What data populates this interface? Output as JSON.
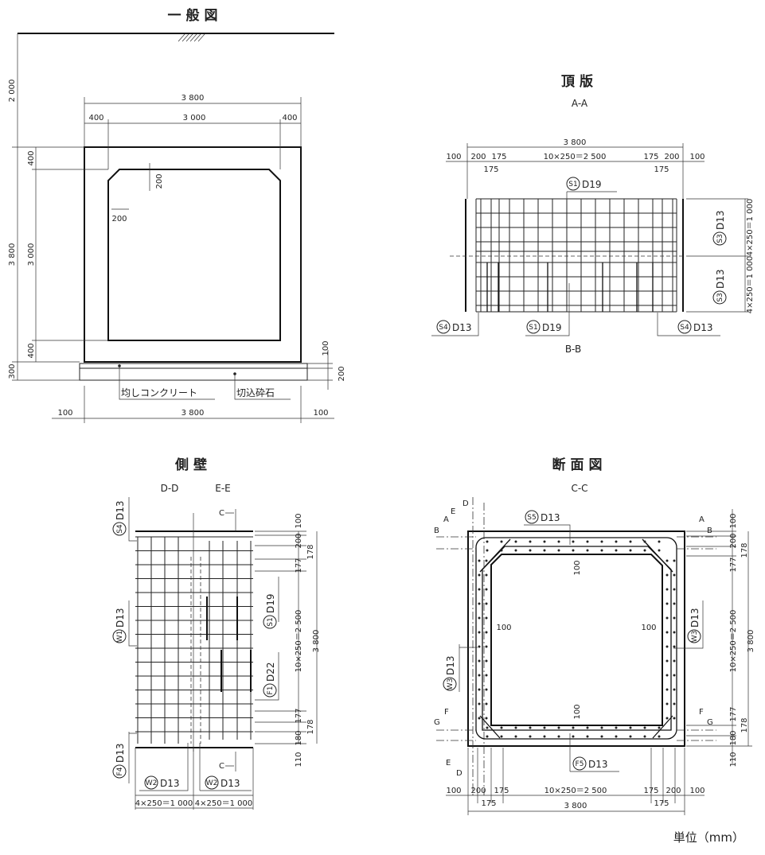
{
  "unit_note": "単位（mm）",
  "general": {
    "title": "一般図",
    "dims": {
      "top_total": "3 800",
      "top_left": "400",
      "top_mid": "3 000",
      "top_right": "400",
      "cover": "2 000",
      "height_total": "3 800",
      "base": "300",
      "wall_top": "400",
      "inner_height": "3 000",
      "wall_bottom": "400",
      "chamfer_v": "200",
      "chamfer_h": "200",
      "leveling_thk": "100",
      "gravel_thk": "200",
      "bot_left": "100",
      "bot_total": "3 800",
      "bot_right": "100"
    },
    "labels": {
      "leveling": "均しコンクリート",
      "gravel": "切込砕石"
    }
  },
  "top_slab": {
    "title": "頂版",
    "section_top": "A-A",
    "section_bottom": "B-B",
    "dims": {
      "total": "3 800",
      "left_100": "100",
      "left_200": "200",
      "left_175a": "175",
      "left_175b": "175",
      "mid": "10×250＝2 500",
      "right_175a": "175",
      "right_175b": "175",
      "right_200": "200",
      "right_100": "100",
      "upper_v": "4×250＝1 000",
      "lower_v": "4×250＝1 000"
    },
    "callouts": [
      {
        "mark": "S1",
        "size": "D19"
      },
      {
        "mark": "S3",
        "size": "D13"
      },
      {
        "mark": "S3",
        "size": "D13"
      },
      {
        "mark": "S4",
        "size": "D13"
      },
      {
        "mark": "S1",
        "size": "D19"
      },
      {
        "mark": "S4",
        "size": "D13"
      }
    ]
  },
  "side_wall": {
    "title": "側壁",
    "section_left": "D-D",
    "section_right": "E-E",
    "cut_marker": "C",
    "dims": {
      "v100": "100",
      "v200": "200",
      "v178a": "178",
      "v177a": "177",
      "mid": "10×250＝2 500",
      "total": "3 800",
      "v177b": "177",
      "v178b": "178",
      "v180": "180",
      "v110": "110",
      "bottom_left": "4×250＝1 000",
      "bottom_right": "4×250＝1 000"
    },
    "callouts": [
      {
        "mark": "S4",
        "size": "D13"
      },
      {
        "mark": "W1",
        "size": "D13"
      },
      {
        "mark": "F4",
        "size": "D13"
      },
      {
        "mark": "S1",
        "size": "D19"
      },
      {
        "mark": "F1",
        "size": "D22"
      },
      {
        "mark": "W2",
        "size": "D13"
      },
      {
        "mark": "W2",
        "size": "D13"
      }
    ]
  },
  "section": {
    "title": "断面図",
    "section_label": "C-C",
    "markers": {
      "A": "A",
      "B": "B",
      "D": "D",
      "E": "E",
      "F": "F",
      "G": "G"
    },
    "cover_labels": [
      "100",
      "100",
      "100",
      "100"
    ],
    "dims": {
      "v100": "100",
      "v200": "200",
      "v178a": "178",
      "v177a": "177",
      "mid_v": "10×250＝2 500",
      "total_v": "3 800",
      "v177b": "177",
      "v178b": "178",
      "v180": "180",
      "v110": "110",
      "h100a": "100",
      "h200a": "200",
      "h175a": "175",
      "h175b": "175",
      "mid_h": "10×250＝2 500",
      "h175c": "175",
      "h175d": "175",
      "h200b": "200",
      "h100b": "100",
      "total_h": "3 800"
    },
    "callouts": [
      {
        "mark": "S5",
        "size": "D13"
      },
      {
        "mark": "W3",
        "size": "D13"
      },
      {
        "mark": "W3",
        "size": "D13"
      },
      {
        "mark": "F5",
        "size": "D13"
      }
    ]
  }
}
